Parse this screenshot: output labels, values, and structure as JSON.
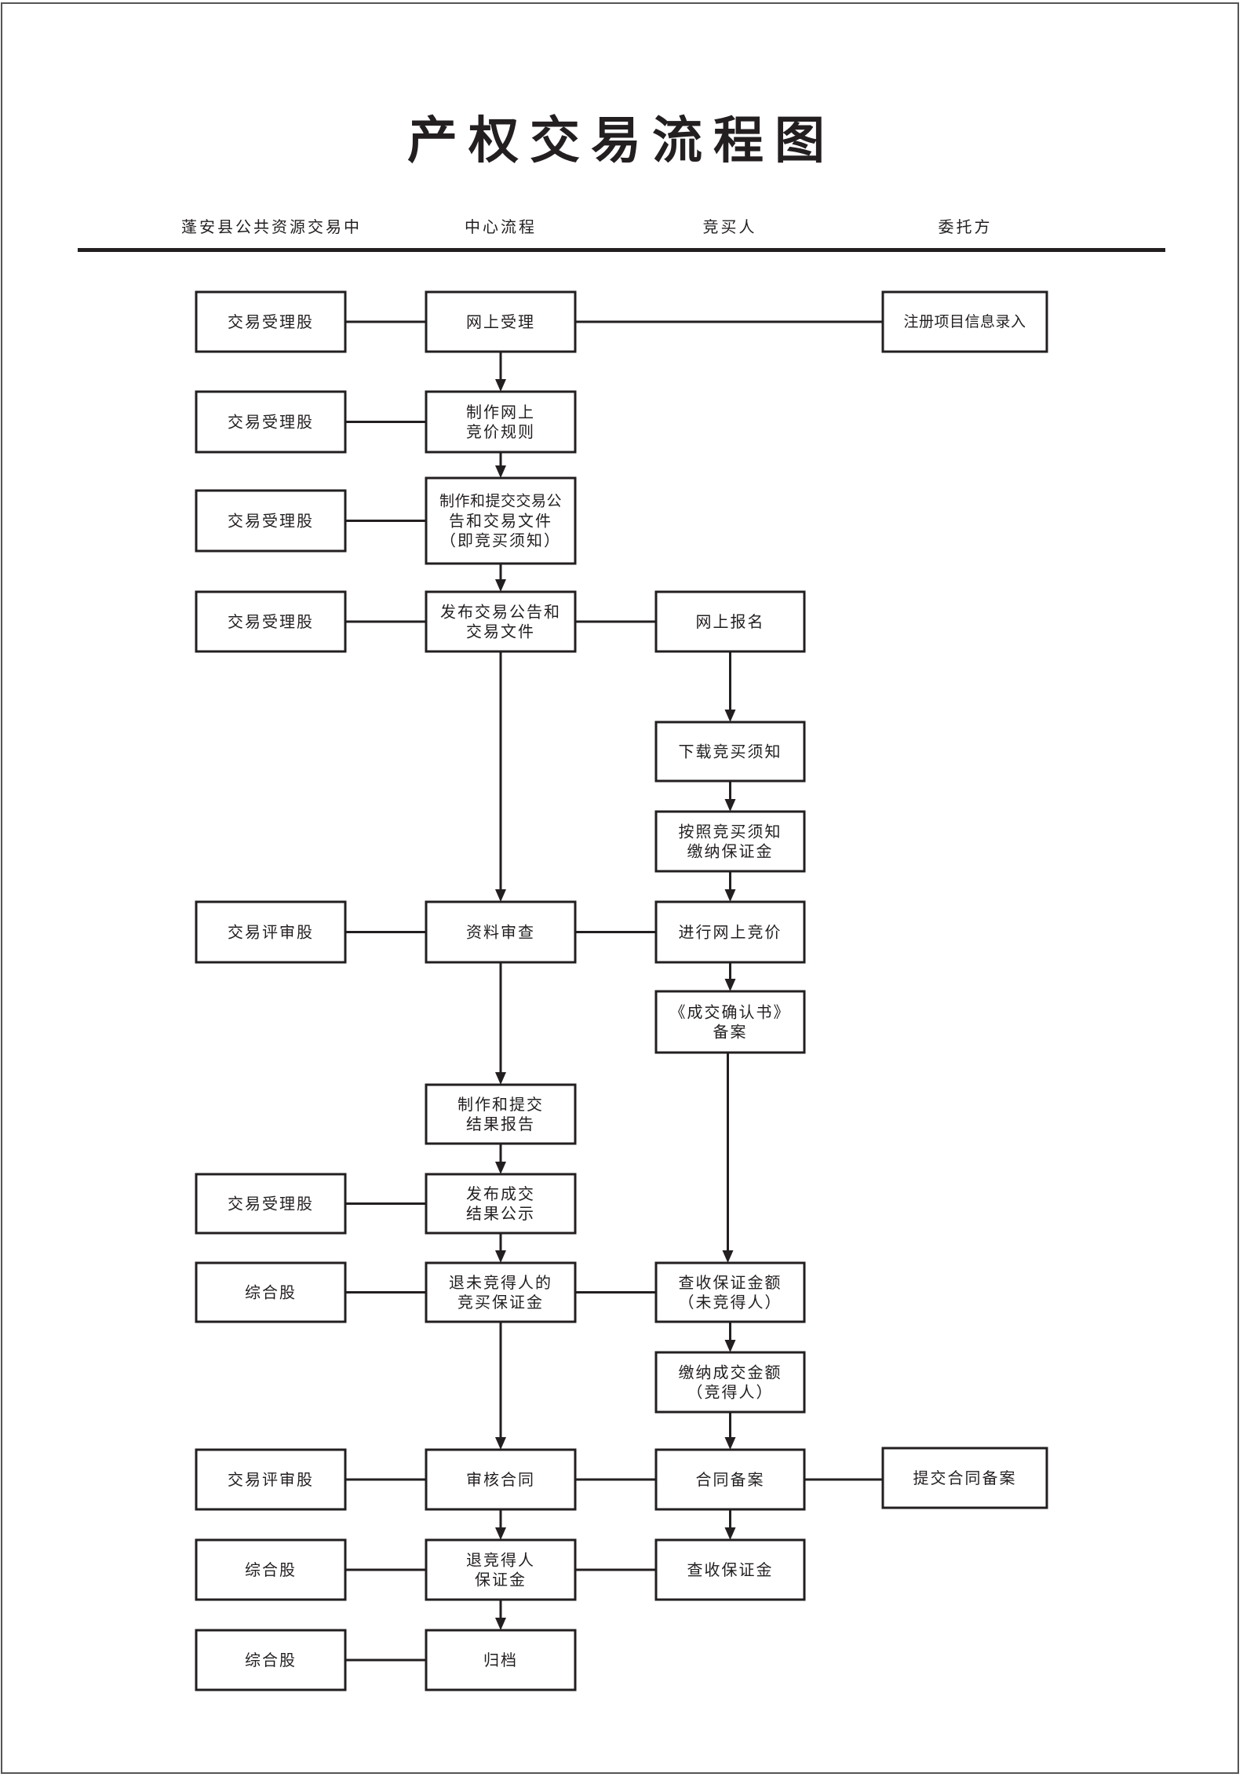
{
  "title": "产权交易流程图",
  "lanes": [
    {
      "id": "dept",
      "label": "蓬安县公共资源交易中"
    },
    {
      "id": "center",
      "label": "中心流程"
    },
    {
      "id": "buyer",
      "label": "竞买人"
    },
    {
      "id": "client",
      "label": "委托方"
    }
  ],
  "nodes": {
    "d1": {
      "lane": "dept",
      "lines": [
        "交易受理股"
      ]
    },
    "c1": {
      "lane": "center",
      "lines": [
        "网上受理"
      ]
    },
    "r1": {
      "lane": "client",
      "lines": [
        "注册项目信息录入"
      ]
    },
    "d2": {
      "lane": "dept",
      "lines": [
        "交易受理股"
      ]
    },
    "c2": {
      "lane": "center",
      "lines": [
        "制作网上",
        "竞价规则"
      ]
    },
    "d3": {
      "lane": "dept",
      "lines": [
        "交易受理股"
      ]
    },
    "c3": {
      "lane": "center",
      "lines": [
        "制作和提交交易公",
        "告和交易文件",
        "（即竞买须知）"
      ]
    },
    "d4": {
      "lane": "dept",
      "lines": [
        "交易受理股"
      ]
    },
    "c4": {
      "lane": "center",
      "lines": [
        "发布交易公告和",
        "交易文件"
      ]
    },
    "b4": {
      "lane": "buyer",
      "lines": [
        "网上报名"
      ]
    },
    "b5": {
      "lane": "buyer",
      "lines": [
        "下载竞买须知"
      ]
    },
    "b6": {
      "lane": "buyer",
      "lines": [
        "按照竞买须知",
        "缴纳保证金"
      ]
    },
    "d7": {
      "lane": "dept",
      "lines": [
        "交易评审股"
      ]
    },
    "c7": {
      "lane": "center",
      "lines": [
        "资料审查"
      ]
    },
    "b7": {
      "lane": "buyer",
      "lines": [
        "进行网上竞价"
      ]
    },
    "b8": {
      "lane": "buyer",
      "lines": [
        "《成交确认书》",
        "备案"
      ]
    },
    "c9": {
      "lane": "center",
      "lines": [
        "制作和提交",
        "结果报告"
      ]
    },
    "d10": {
      "lane": "dept",
      "lines": [
        "交易受理股"
      ]
    },
    "c10": {
      "lane": "center",
      "lines": [
        "发布成交",
        "结果公示"
      ]
    },
    "d11": {
      "lane": "dept",
      "lines": [
        "综合股"
      ]
    },
    "c11": {
      "lane": "center",
      "lines": [
        "退未竞得人的",
        "竞买保证金"
      ]
    },
    "b11": {
      "lane": "buyer",
      "lines": [
        "查收保证金额",
        "（未竞得人）"
      ]
    },
    "b12": {
      "lane": "buyer",
      "lines": [
        "缴纳成交金额",
        "（竞得人）"
      ]
    },
    "d13": {
      "lane": "dept",
      "lines": [
        "交易评审股"
      ]
    },
    "c13": {
      "lane": "center",
      "lines": [
        "审核合同"
      ]
    },
    "b13": {
      "lane": "buyer",
      "lines": [
        "合同备案"
      ]
    },
    "r13": {
      "lane": "client",
      "lines": [
        "提交合同备案"
      ]
    },
    "d14": {
      "lane": "dept",
      "lines": [
        "综合股"
      ]
    },
    "c14": {
      "lane": "center",
      "lines": [
        "退竞得人",
        "保证金"
      ]
    },
    "b14": {
      "lane": "buyer",
      "lines": [
        "查收保证金"
      ]
    },
    "d15": {
      "lane": "dept",
      "lines": [
        "综合股"
      ]
    },
    "c15": {
      "lane": "center",
      "lines": [
        "归档"
      ]
    }
  },
  "edges": [
    {
      "from": "d1",
      "to": "c1",
      "type": "line"
    },
    {
      "from": "c1",
      "to": "r1",
      "type": "line"
    },
    {
      "from": "c1",
      "to": "c2",
      "type": "arrow"
    },
    {
      "from": "d2",
      "to": "c2",
      "type": "line"
    },
    {
      "from": "c2",
      "to": "c3",
      "type": "arrow"
    },
    {
      "from": "d3",
      "to": "c3",
      "type": "line"
    },
    {
      "from": "c3",
      "to": "c4",
      "type": "arrow"
    },
    {
      "from": "d4",
      "to": "c4",
      "type": "line"
    },
    {
      "from": "c4",
      "to": "b4",
      "type": "line"
    },
    {
      "from": "b4",
      "to": "b5",
      "type": "arrow"
    },
    {
      "from": "b5",
      "to": "b6",
      "type": "arrow"
    },
    {
      "from": "b6",
      "to": "b7",
      "type": "arrow"
    },
    {
      "from": "c4",
      "to": "c7",
      "type": "arrow"
    },
    {
      "from": "d7",
      "to": "c7",
      "type": "line"
    },
    {
      "from": "c7",
      "to": "b7",
      "type": "line"
    },
    {
      "from": "b7",
      "to": "b8",
      "type": "arrow"
    },
    {
      "from": "c7",
      "to": "c9",
      "type": "arrow"
    },
    {
      "from": "c9",
      "to": "c10",
      "type": "arrow"
    },
    {
      "from": "d10",
      "to": "c10",
      "type": "line"
    },
    {
      "from": "c10",
      "to": "c11",
      "type": "arrow"
    },
    {
      "from": "d11",
      "to": "c11",
      "type": "line"
    },
    {
      "from": "c11",
      "to": "b11",
      "type": "line"
    },
    {
      "from": "b8",
      "to": "b11",
      "type": "arrow"
    },
    {
      "from": "b11",
      "to": "b12",
      "type": "arrow"
    },
    {
      "from": "b12",
      "to": "b13",
      "type": "arrow"
    },
    {
      "from": "c11",
      "to": "c13",
      "type": "arrow"
    },
    {
      "from": "d13",
      "to": "c13",
      "type": "line"
    },
    {
      "from": "c13",
      "to": "b13",
      "type": "line"
    },
    {
      "from": "b13",
      "to": "r13",
      "type": "line"
    },
    {
      "from": "c13",
      "to": "c14",
      "type": "arrow"
    },
    {
      "from": "b13",
      "to": "b14",
      "type": "arrow"
    },
    {
      "from": "d14",
      "to": "c14",
      "type": "line"
    },
    {
      "from": "c14",
      "to": "b14",
      "type": "line"
    },
    {
      "from": "c14",
      "to": "c15",
      "type": "arrow"
    },
    {
      "from": "d15",
      "to": "c15",
      "type": "line"
    }
  ]
}
